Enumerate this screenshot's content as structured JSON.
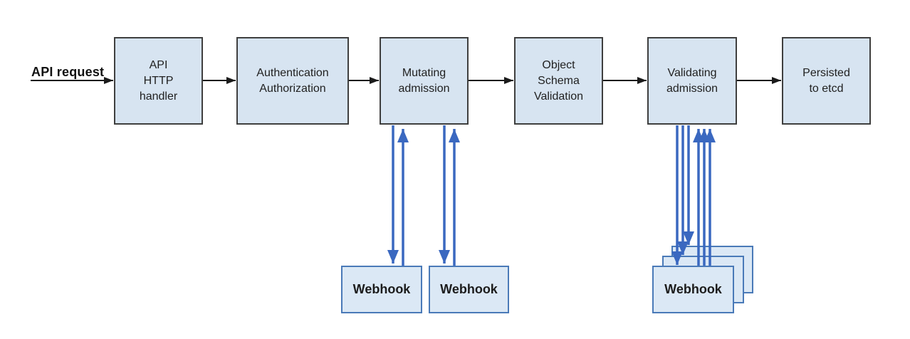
{
  "diagram": {
    "input_label": "API request",
    "nodes": [
      {
        "id": "api-http-handler",
        "label": "API\nHTTP\nhandler"
      },
      {
        "id": "authn-authz",
        "label": "Authentication\nAuthorization"
      },
      {
        "id": "mutating-admission",
        "label": "Mutating\nadmission"
      },
      {
        "id": "object-schema-validation",
        "label": "Object\nSchema\nValidation"
      },
      {
        "id": "validating-admission",
        "label": "Validating\nadmission"
      },
      {
        "id": "persisted-to-etcd",
        "label": "Persisted\nto etcd"
      }
    ],
    "mutating_webhooks": [
      {
        "label": "Webhook"
      },
      {
        "label": "Webhook"
      }
    ],
    "validating_webhooks": [
      {
        "label": "Webhook"
      },
      {
        "label": "Webhook"
      },
      {
        "label": "Webhook"
      }
    ]
  },
  "colors": {
    "node_fill": "#d7e4f1",
    "node_border": "#3f3f3f",
    "webhook_fill": "#dbe8f5",
    "webhook_border": "#4a7ab8",
    "arrow_black": "#1a1a1a",
    "arrow_blue": "#3a68c0",
    "text_color": "#212121"
  }
}
